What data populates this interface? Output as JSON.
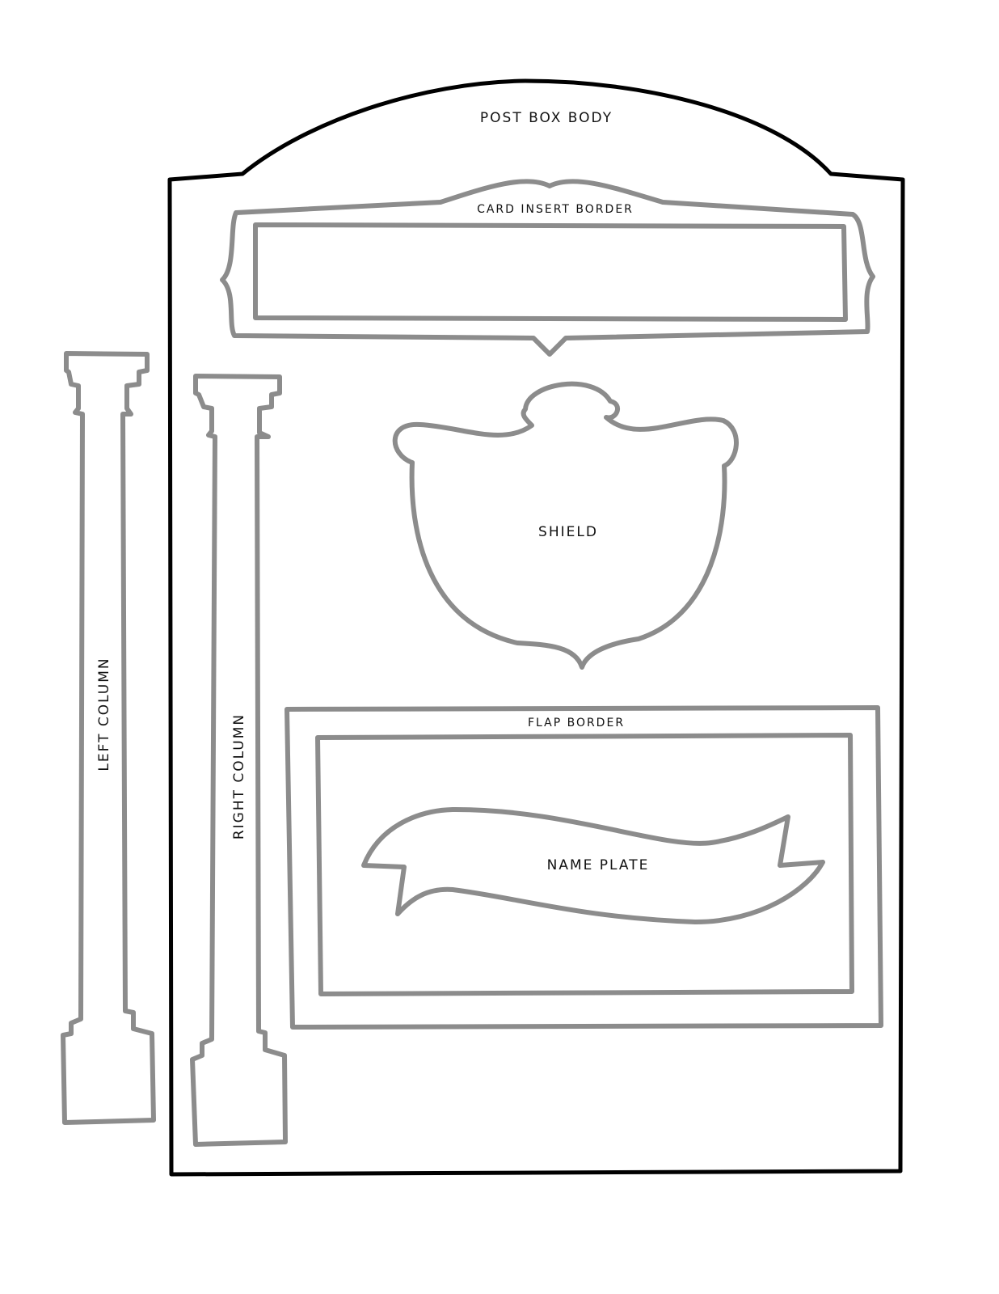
{
  "labels": {
    "body": "POST BOX BODY",
    "card_insert": "CARD INSERT BORDER",
    "shield": "SHIELD",
    "flap": "FLAP BORDER",
    "name_plate": "NAME PLATE",
    "left_column": "LEFT COLUMN",
    "right_column": "RIGHT COLUMN"
  },
  "colors": {
    "body_outline": "#000000",
    "part_outline": "#8c8c8c"
  }
}
